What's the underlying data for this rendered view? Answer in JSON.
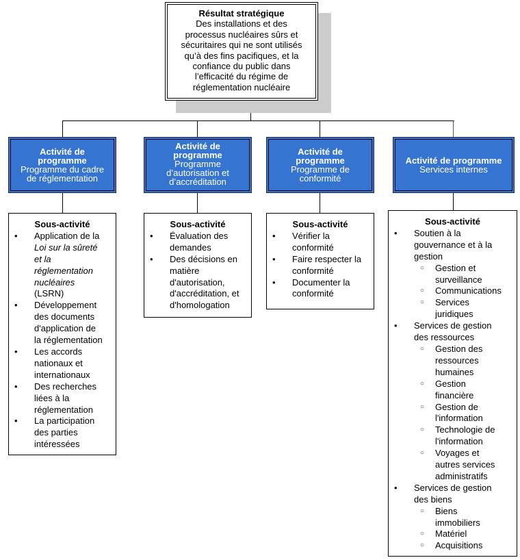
{
  "strategic_outcome": {
    "title": "Résultat stratégique",
    "lines": [
      "Des installations et des",
      "processus nucléaires sûrs et",
      "sécuritaires qui ne sont utilisés",
      "qu’à des fins pacifiques, et la",
      "confiance du public dans",
      "l’efficacité du régime de",
      "réglementation nucléaire"
    ]
  },
  "colors": {
    "program_box_fill": "#3574d1",
    "shadow": "#cccccc",
    "line": "#000000"
  },
  "program_activities": [
    {
      "heading_lines": [
        "Activité de",
        "programme"
      ],
      "name_lines": [
        "Programme du cadre",
        "de réglementation"
      ],
      "sub_activity": {
        "heading": "Sous-activité",
        "bullet_symbol": "•",
        "items": [
          {
            "lines": [
              "Application de la"
            ],
            "italic_lines": [
              "Loi sur la sûreté",
              "et la",
              "réglementation",
              "nucléaires"
            ],
            "after_lines": [
              "(LSRN)"
            ]
          },
          {
            "lines": [
              "Développement",
              "des documents",
              "d'application de",
              "la réglementation"
            ]
          },
          {
            "lines": [
              "Les accords",
              "nationaux et",
              "internationaux"
            ]
          },
          {
            "lines": [
              "Des recherches",
              "liées à la",
              "réglementation"
            ]
          },
          {
            "lines": [
              "La participation",
              "des parties",
              "intéressées"
            ]
          }
        ]
      }
    },
    {
      "heading_lines": [
        "Activité de",
        "programme"
      ],
      "name_lines": [
        "Programme",
        "d’autorisation et",
        "d’accréditation"
      ],
      "sub_activity": {
        "heading": "Sous-activité",
        "bullet_symbol": "•",
        "items": [
          {
            "lines": [
              "Évaluation des",
              "demandes"
            ]
          },
          {
            "lines": [
              "Des décisions en",
              "matière",
              "d'autorisation,",
              "d'accréditation, et",
              "d'homologation"
            ]
          }
        ]
      }
    },
    {
      "heading_lines": [
        "Activité de",
        "programme"
      ],
      "name_lines": [
        "Programme de",
        "conformité"
      ],
      "sub_activity": {
        "heading": "Sous-activité",
        "bullet_symbol": "•",
        "items": [
          {
            "lines": [
              "Vérifier la",
              "conformité"
            ]
          },
          {
            "lines": [
              "Faire respecter la",
              "conformité"
            ]
          },
          {
            "lines": [
              "Documenter la",
              "conformité"
            ]
          }
        ]
      }
    },
    {
      "heading_lines": [
        "Activité de programme"
      ],
      "name_lines": [
        "Services internes"
      ],
      "sub_activity": {
        "heading": "Sous-activité",
        "bullet_symbol": "•",
        "sub_bullet_symbol": "○",
        "items": [
          {
            "lines": [
              "Soutien à la",
              "gouvernance et à la",
              "gestion"
            ],
            "children": [
              {
                "lines": [
                  "Gestion et",
                  "surveillance"
                ]
              },
              {
                "lines": [
                  "Communications"
                ]
              },
              {
                "lines": [
                  "Services",
                  "juridiques"
                ]
              }
            ]
          },
          {
            "lines": [
              "Services de gestion",
              "des ressources"
            ],
            "children": [
              {
                "lines": [
                  "Gestion des",
                  "ressources",
                  "humaines"
                ]
              },
              {
                "lines": [
                  "Gestion",
                  "financière"
                ]
              },
              {
                "lines": [
                  "Gestion de",
                  "l'information"
                ]
              },
              {
                "lines": [
                  "Technologie de",
                  "l'information"
                ]
              },
              {
                "lines": [
                  "Voyages et",
                  "autres services",
                  "administratifs"
                ]
              }
            ]
          },
          {
            "lines": [
              "Services de gestion",
              "des biens"
            ],
            "children": [
              {
                "lines": [
                  "Biens",
                  "immobiliers"
                ]
              },
              {
                "lines": [
                  "Matériel"
                ]
              },
              {
                "lines": [
                  "Acquisitions"
                ]
              }
            ]
          }
        ]
      }
    }
  ]
}
